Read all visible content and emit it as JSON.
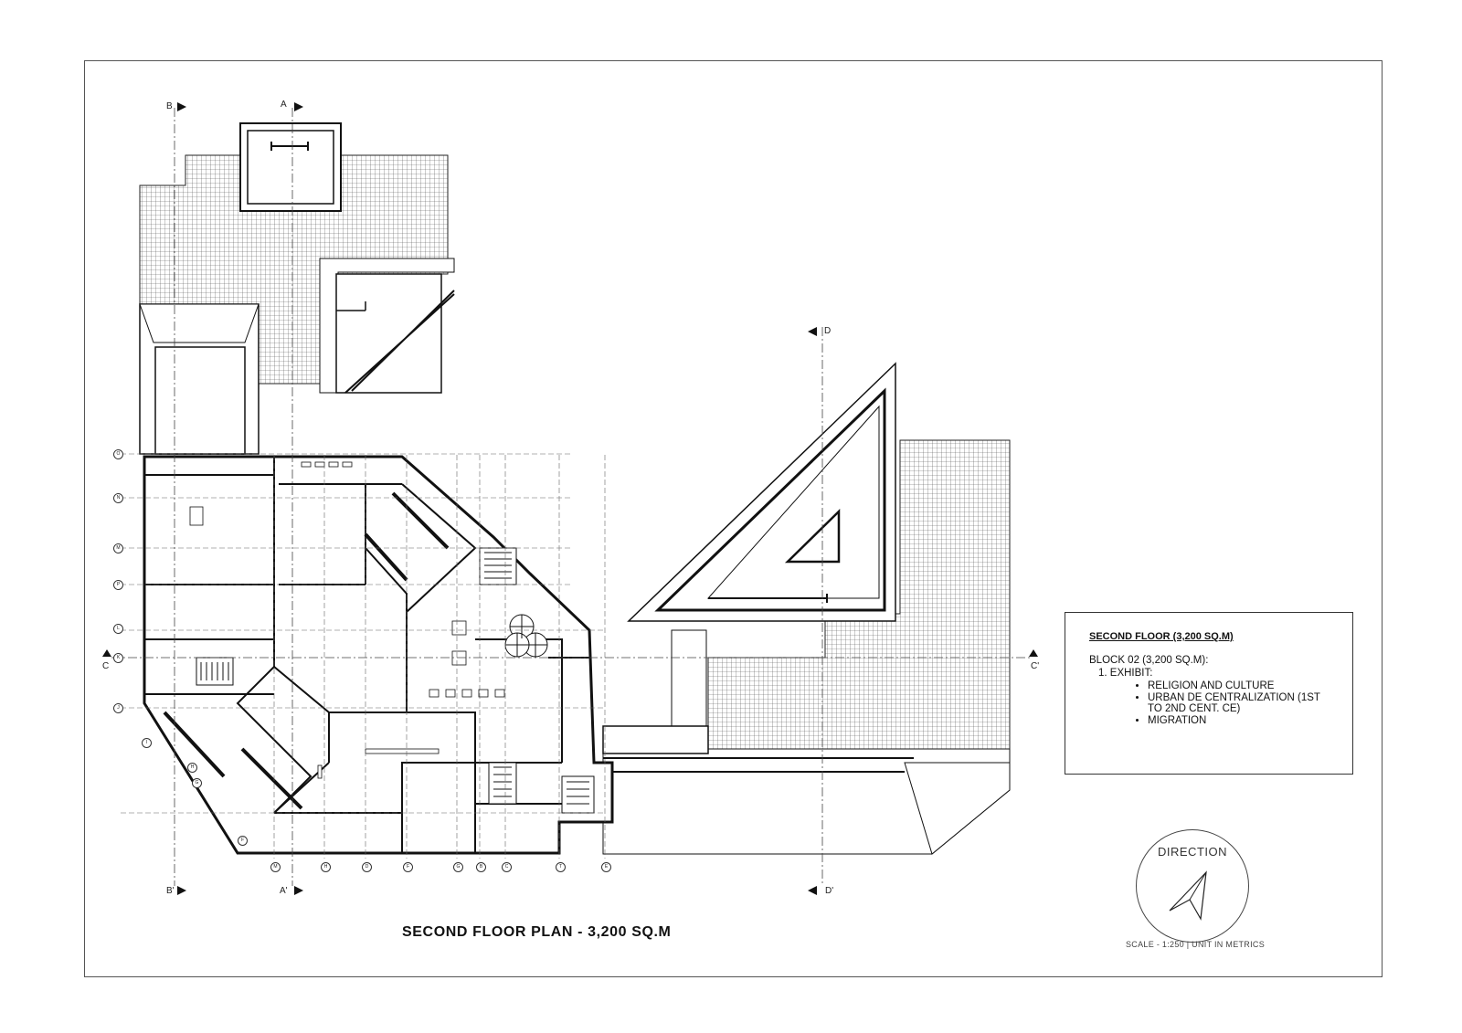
{
  "plan": {
    "title": "SECOND FLOOR PLAN - 3,200 SQ.M"
  },
  "sections": {
    "a_top": "A",
    "a_bottom": "A'",
    "b_top": "B",
    "b_bottom": "B'",
    "c_left": "C",
    "c_right": "C'",
    "d_top": "D",
    "d_bottom": "D'"
  },
  "info": {
    "title": "SECOND FLOOR (3,200 SQ.M)",
    "block": "BLOCK 02 (3,200 SQ.M):",
    "exhibit": "1.    EXHIBIT:",
    "items": [
      "RELIGION AND CULTURE",
      "URBAN DE CENTRALIZATION (1ST TO 2ND CENT. CE)",
      "MIGRATION"
    ]
  },
  "compass": {
    "label": "DIRECTION"
  },
  "scale": {
    "text": "SCALE - 1:250   |   UNIT IN METRICS"
  },
  "grid_rows": [
    "O",
    "N",
    "M",
    "P",
    "L",
    "K",
    "J",
    "I",
    "H",
    "G",
    "F"
  ],
  "grid_cols": [
    "M",
    "H",
    "D",
    "F",
    "G",
    "B",
    "C",
    "T",
    "E"
  ],
  "colors": {
    "line": "#111111",
    "hatch": "#444444",
    "border": "#555555"
  }
}
